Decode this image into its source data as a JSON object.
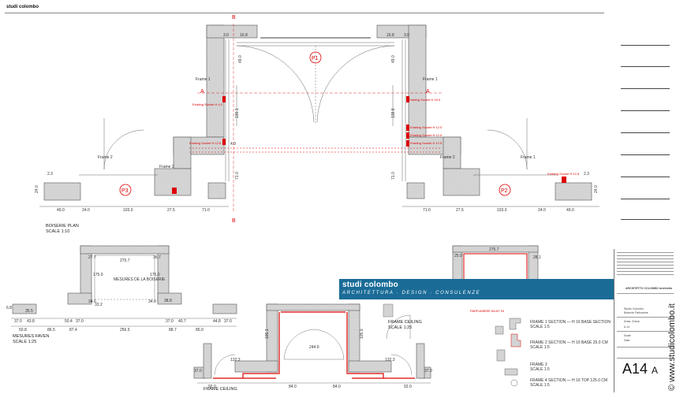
{
  "header": {
    "firm": "studi colombo"
  },
  "plan": {
    "section_b_top": "B",
    "section_b_bottom": "B",
    "section_a_left": "A",
    "section_a_right": "A",
    "tags": {
      "p1": "P1",
      "p2": "P2",
      "p3": "P3"
    },
    "title": "BOISERIE PLAN",
    "scale": "SCALE 1:10",
    "dims_bottom_left": [
      "49.0",
      "24.0",
      "103.0",
      "27.5",
      "71.0"
    ],
    "dims_bottom_right": [
      "71.0",
      "27.5",
      "103.0",
      "24.0",
      "49.0"
    ],
    "dims_vertical_left": [
      "130.1",
      "4.0",
      "71.0"
    ],
    "dims_vertical_right": [
      "138.8",
      "71.0"
    ],
    "dims_top": [
      "3.0",
      "16.8",
      "16.8",
      "3.0"
    ],
    "dims_misc": [
      "49.0",
      "49.0",
      "24.0",
      "24.0",
      "2.3",
      "2.3"
    ],
    "frame_labels": [
      "Frame 1",
      "Frame 2",
      "Frame 2",
      "Frame 1",
      "Frame 2",
      "Frame 1"
    ],
    "red_notes": [
      "Existing Socket H 4.2",
      "Existing Socket H 12.6",
      "Existing Socket H 15.0",
      "Existing Socket H 12.0",
      "Existing Socket H 12.5",
      "Existing Socket H 12.5",
      "Existing Socket H 12.5"
    ]
  },
  "measures": {
    "title": "MESURES FAVEN",
    "scale": "SCALE 1:25",
    "dims": [
      "37.0",
      "43.8",
      "50.8",
      "86.5",
      "50.4",
      "37.0",
      "87.4",
      "256.5",
      "88.7",
      "37.0",
      "40.7",
      "44.8",
      "37.0",
      "85.0"
    ],
    "inner": [
      "27.7",
      "275.7",
      "36.7",
      "175.0",
      "175.0",
      "34.6",
      "33.2",
      "34.8",
      "38.8",
      "35.5",
      "6.8"
    ],
    "note": "MESURES DE LA BOISERIE"
  },
  "elevation": {
    "title": "FRAME CEILING",
    "dims": [
      "132.3",
      "244.0",
      "132.3",
      "37.0",
      "37.0",
      "92.0",
      "84.0",
      "84.0",
      "92.0",
      "105.1",
      "105.0"
    ]
  },
  "detail_top": {
    "title": "FRAME CEILING",
    "scale": "SCALE 1:25",
    "dims": [
      "25.0",
      "275.7",
      "28.1"
    ],
    "red_note": "PARFUMERIE BUILT IN"
  },
  "sections": [
    {
      "label": "FRAME 1 SECTION — H 16 BASE SECTION",
      "scale": "SCALE 1:5"
    },
    {
      "label": "FRAME 2 SECTION — H 16 BASE 25.0 CM",
      "scale": "SCALE 1:5"
    },
    {
      "label": "FRAME 3",
      "scale": "SCALE 1:5"
    },
    {
      "label": "FRAME 4 SECTION — H 16 TOP 125.0 CM",
      "scale": "SCALE 1:5"
    }
  ],
  "banner": {
    "name": "studi colombo",
    "tagline": "ARCHITETTURA · DESIGN · CONSULENZE"
  },
  "titleblock": {
    "firm": "ARCHITETTO COLOMBO Architetto",
    "lines": [
      "Studio Colombo",
      "Boiserie Parfumerie",
      "Draw. Check",
      "A 14",
      "Scale",
      "Date"
    ],
    "sheet": "A14",
    "revision": "A",
    "website": "© www.studicolombo.it"
  },
  "colors": {
    "banner": "#1a6c97",
    "wall_fill": "#cfcfcf",
    "red": "#dd0000"
  }
}
